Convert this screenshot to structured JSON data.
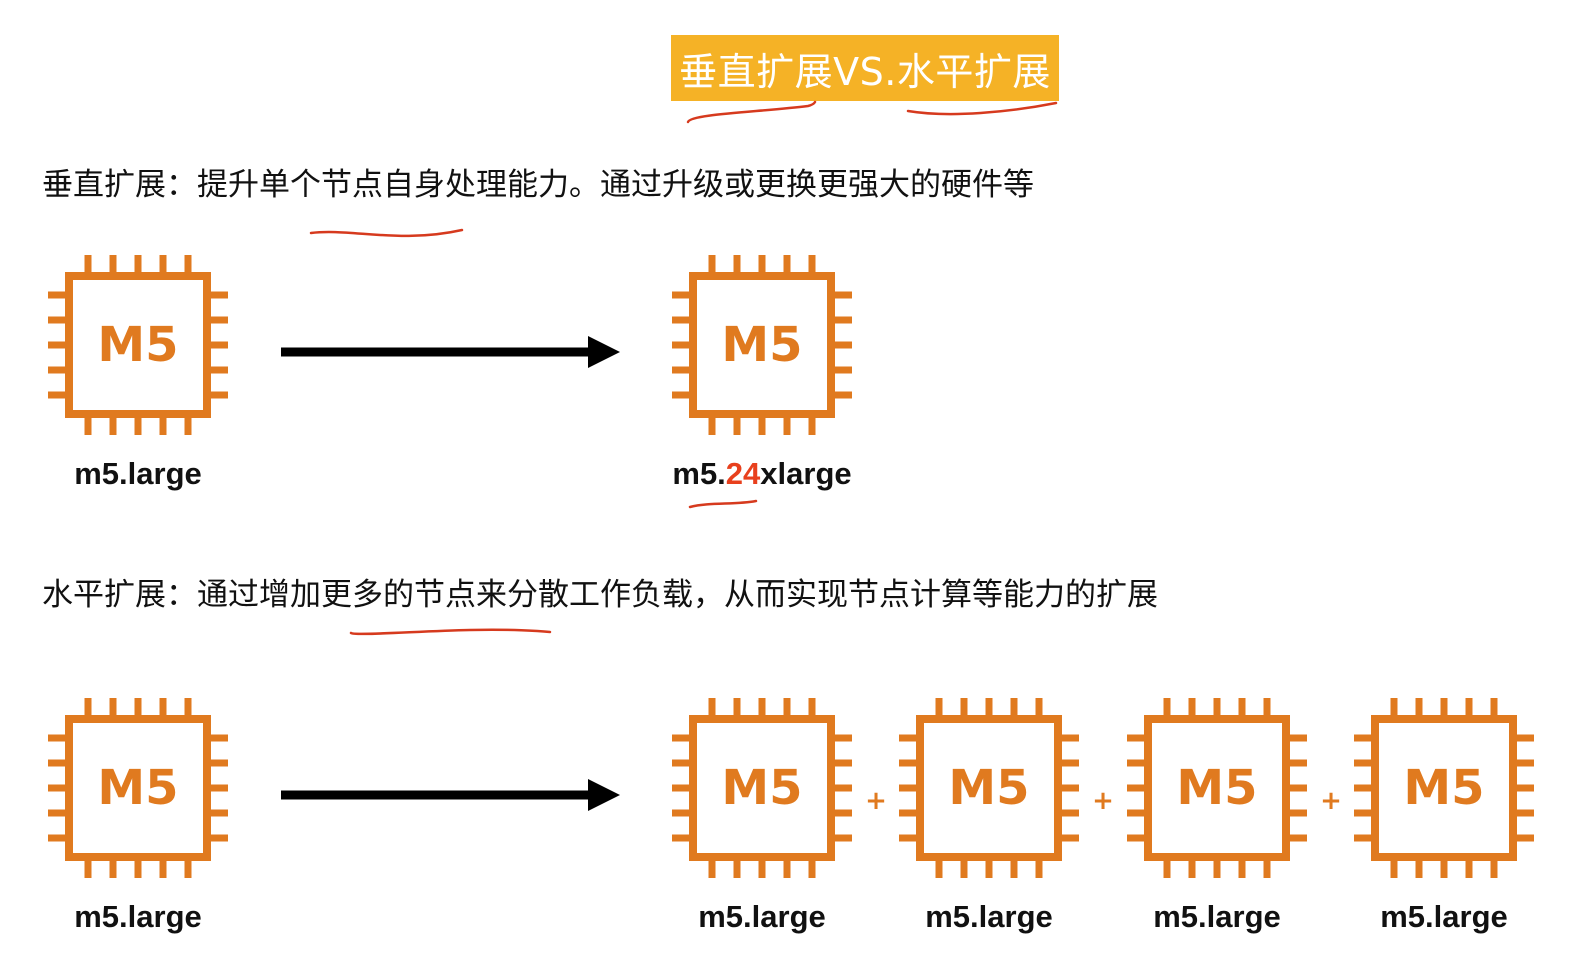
{
  "title": "垂直扩展VS.水平扩展",
  "vertical": {
    "description": "垂直扩展：提升单个节点自身处理能力。通过升级或更换更强大的硬件等",
    "from": {
      "chip": "M5",
      "label": "m5.large"
    },
    "to": {
      "chip": "M5",
      "label_prefix": "m5.",
      "label_highlight": "24",
      "label_suffix": "xlarge"
    }
  },
  "horizontal": {
    "description": "水平扩展：通过增加更多的节点来分散工作负载，从而实现节点计算等能力的扩展",
    "from": {
      "chip": "M5",
      "label": "m5.large"
    },
    "to": [
      {
        "chip": "M5",
        "label": "m5.large"
      },
      {
        "chip": "M5",
        "label": "m5.large"
      },
      {
        "chip": "M5",
        "label": "m5.large"
      },
      {
        "chip": "M5",
        "label": "m5.large"
      }
    ],
    "plus": "+"
  },
  "colors": {
    "title_bg": "#f5b226",
    "chip": "#e07a1f",
    "highlight": "#e8401d",
    "annotation": "#d63a1e"
  }
}
